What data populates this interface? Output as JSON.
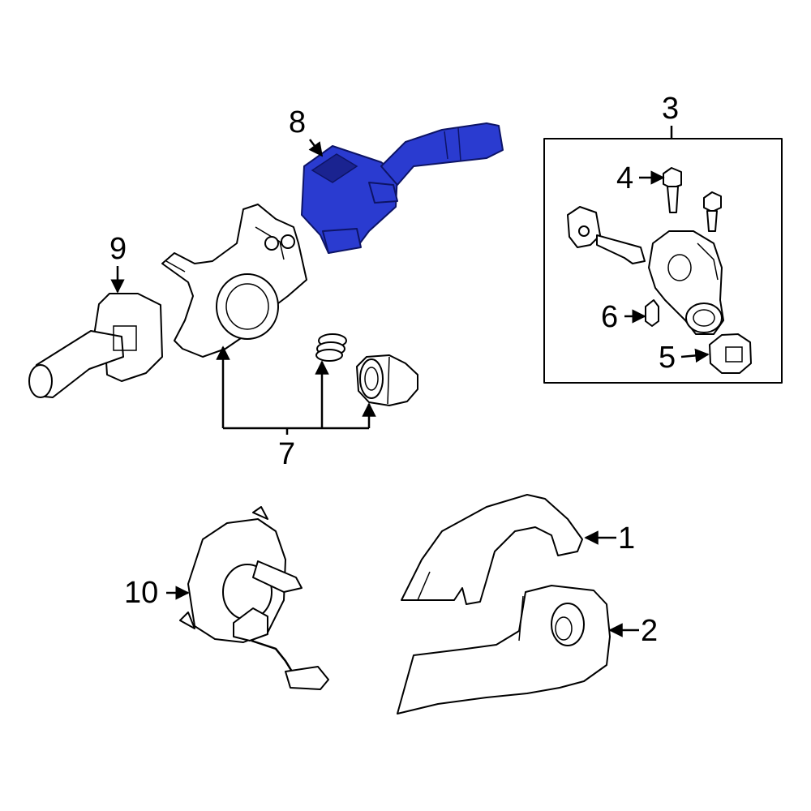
{
  "colors": {
    "highlight": "#2a3bd0",
    "highlight_dark": "#1a2390",
    "line": "#000000",
    "background": "#ffffff"
  },
  "callouts": {
    "c1": "1",
    "c2": "2",
    "c3": "3",
    "c4": "4",
    "c5": "5",
    "c6": "6",
    "c7": "7",
    "c8": "8",
    "c9": "9",
    "c10": "10"
  },
  "highlighted_part": "8"
}
